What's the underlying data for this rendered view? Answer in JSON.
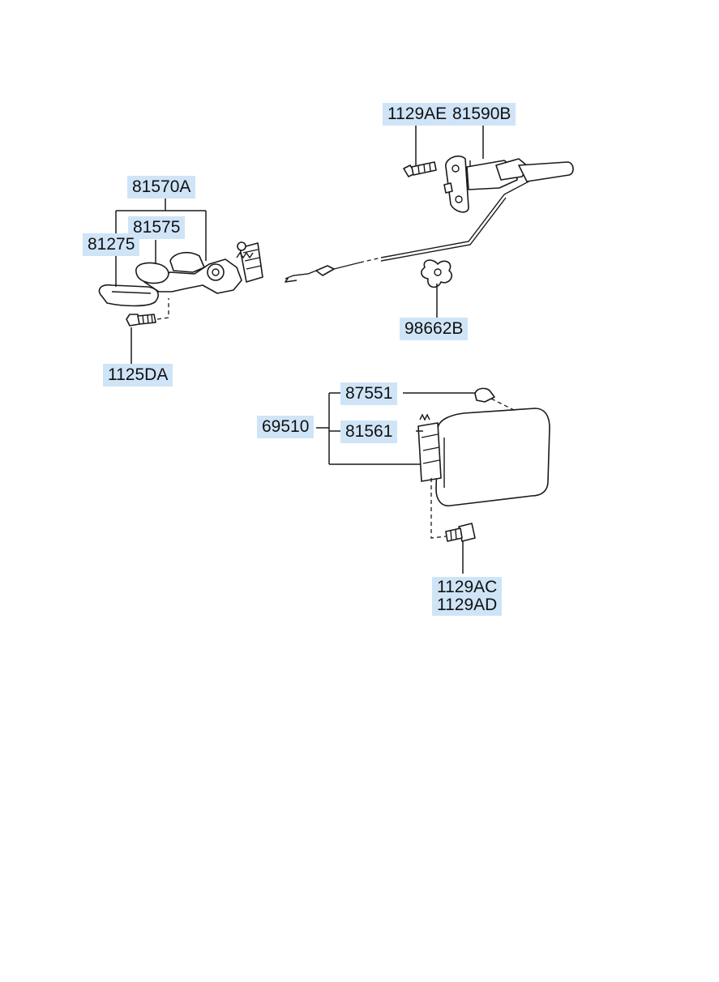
{
  "labels": {
    "l_1129AE": "1129AE",
    "l_81590B": "81590B",
    "l_81570A": "81570A",
    "l_81575": "81575",
    "l_81275": "81275",
    "l_98662B": "98662B",
    "l_1125DA": "1125DA",
    "l_87551": "87551",
    "l_69510": "69510",
    "l_81561": "81561",
    "l_1129AC": "1129AC",
    "l_1129AD": "1129AD"
  },
  "colors": {
    "label_bg": "#cfe4f7",
    "line": "#1a1a1a"
  }
}
